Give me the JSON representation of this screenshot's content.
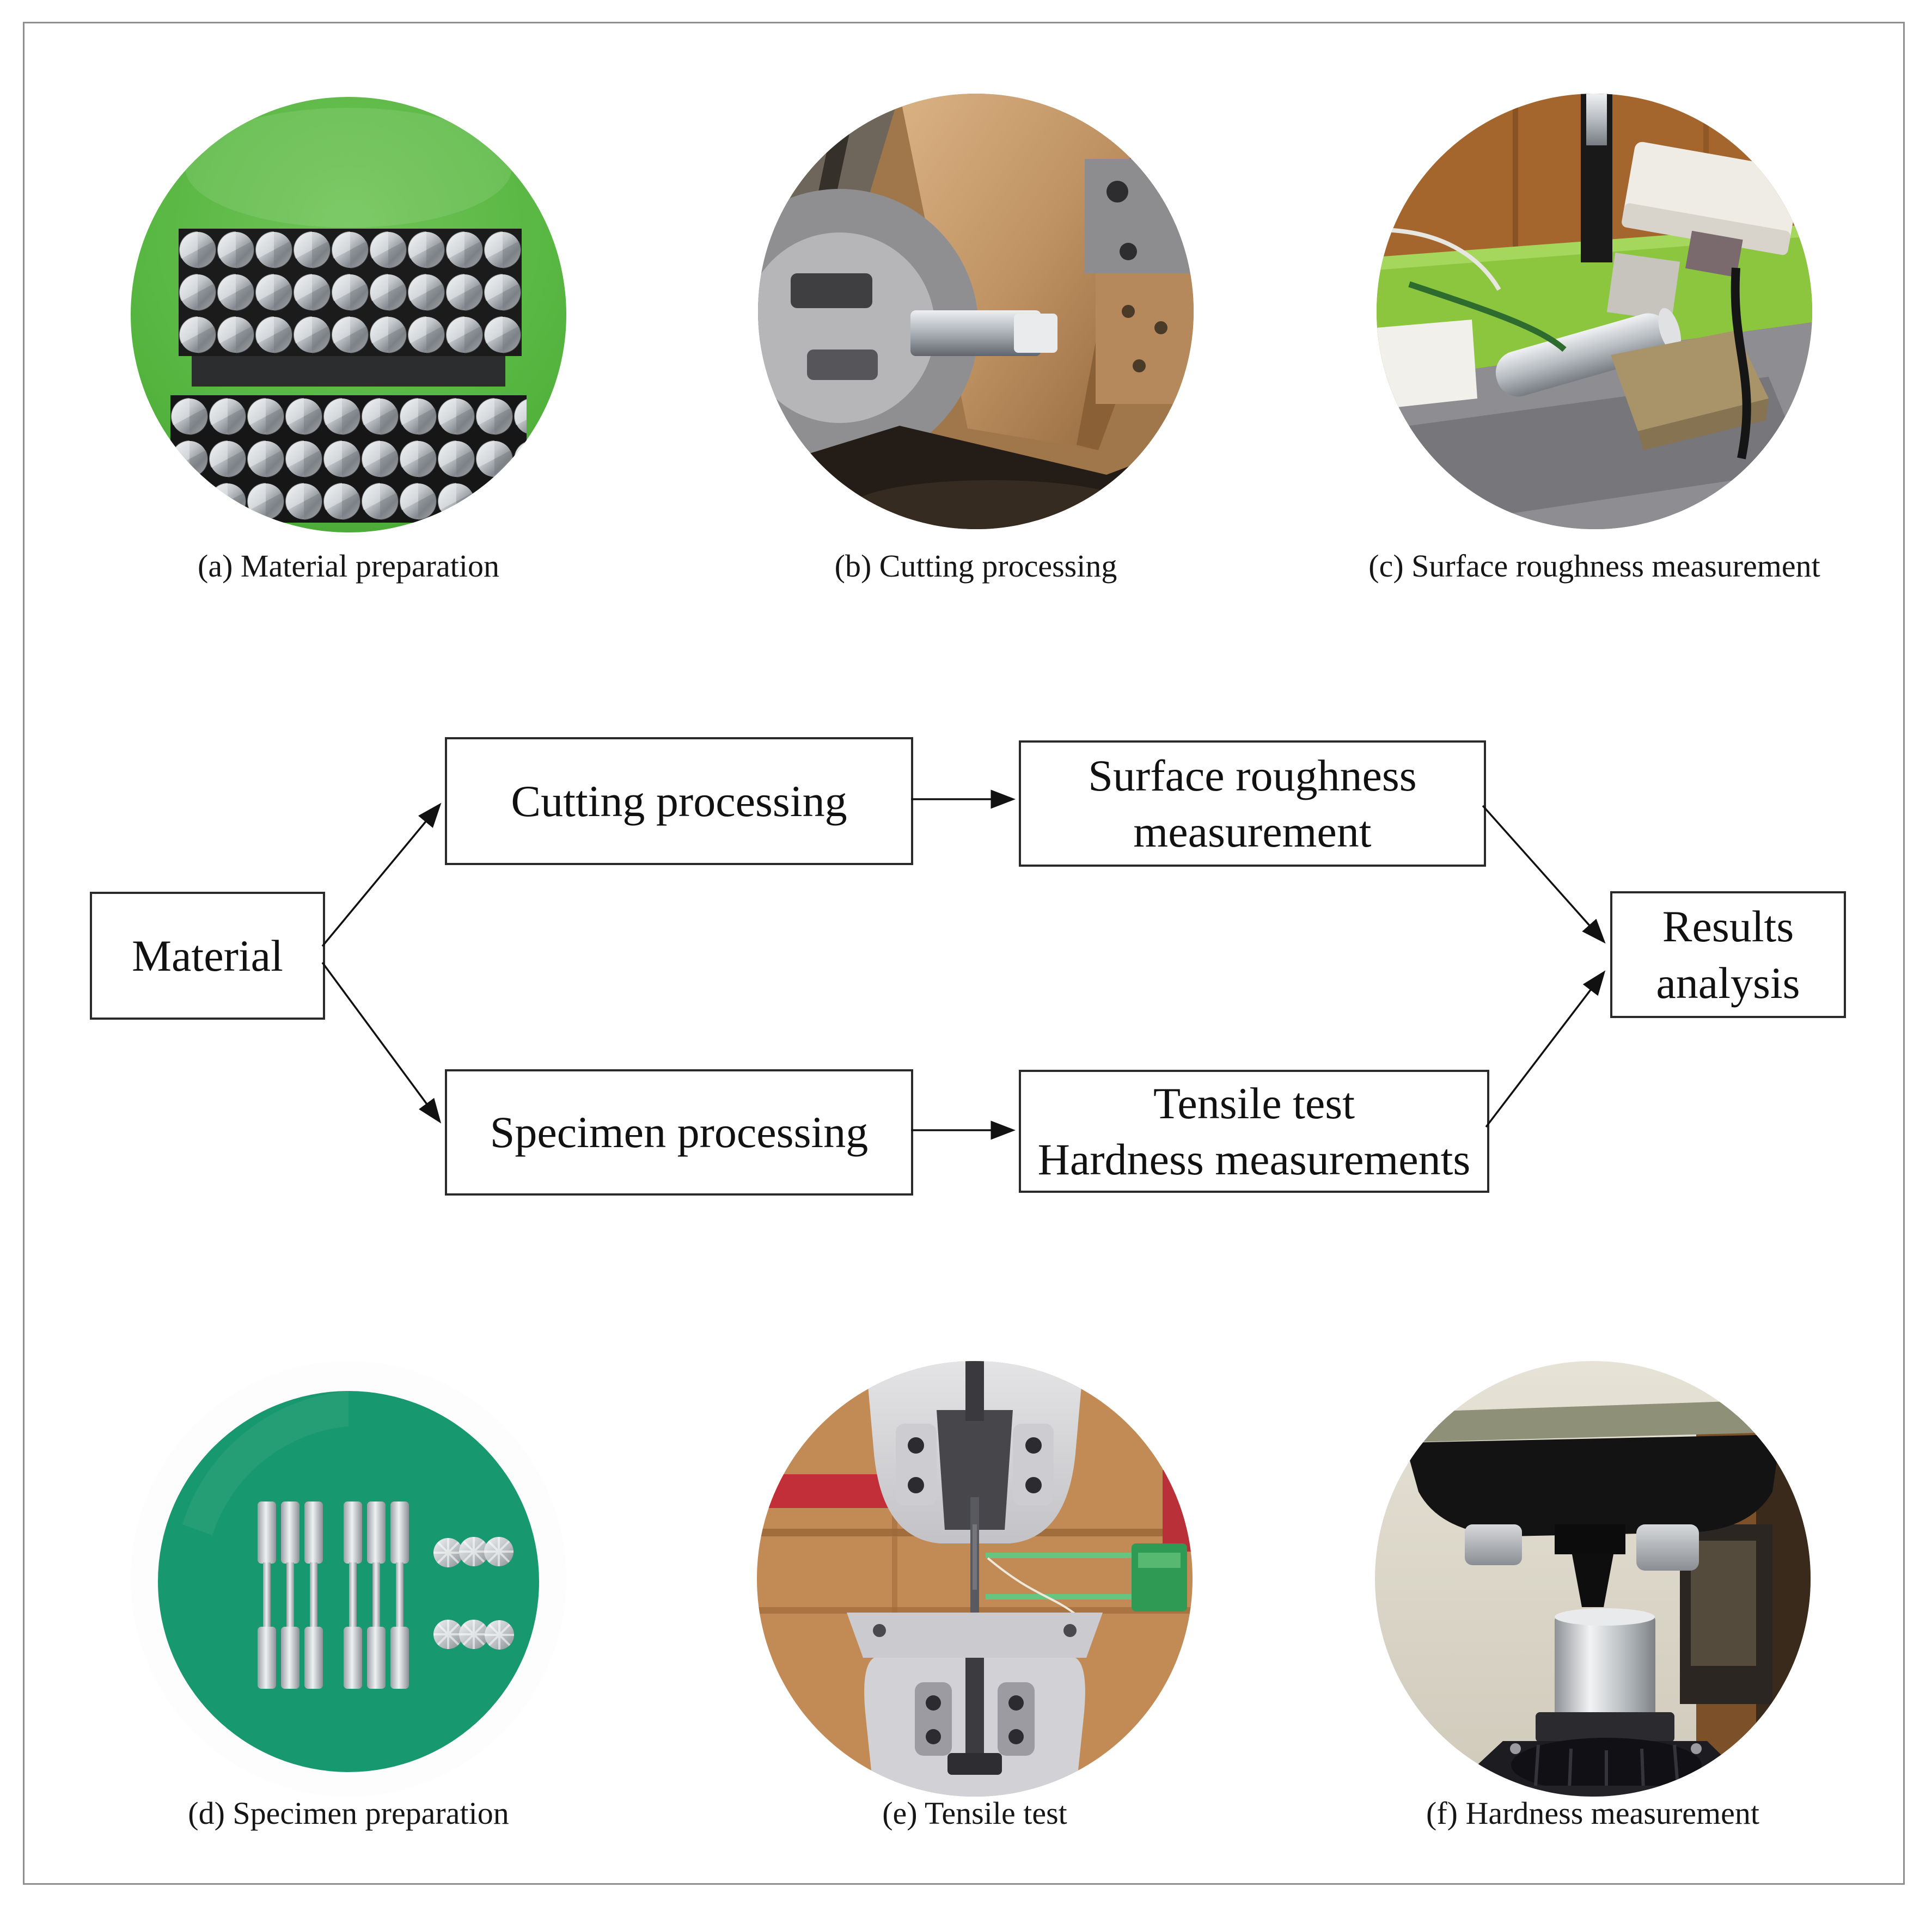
{
  "panels": {
    "a": {
      "caption": "(a) Material preparation"
    },
    "b": {
      "caption": "(b) Cutting processing"
    },
    "c": {
      "caption": "(c) Surface roughness measurement"
    },
    "d": {
      "caption": "(d) Specimen preparation"
    },
    "e": {
      "caption": "(e) Tensile test"
    },
    "f": {
      "caption": "(f) Hardness measurement"
    }
  },
  "flowchart": {
    "nodes": {
      "material": {
        "lines": [
          "Material"
        ]
      },
      "cutting": {
        "lines": [
          "Cutting processing"
        ]
      },
      "surface": {
        "lines": [
          "Surface roughness",
          "measurement"
        ]
      },
      "specimen": {
        "lines": [
          "Specimen processing"
        ]
      },
      "tensile": {
        "lines": [
          "Tensile test",
          "Hardness measurements"
        ]
      },
      "results": {
        "lines": [
          "Results",
          "analysis"
        ]
      }
    },
    "edges": [
      {
        "from": "Material",
        "to": "Cutting processing"
      },
      {
        "from": "Material",
        "to": "Specimen processing"
      },
      {
        "from": "Cutting processing",
        "to": "Surface roughness measurement"
      },
      {
        "from": "Specimen processing",
        "to": "Tensile test Hardness measurements"
      },
      {
        "from": "Surface roughness measurement",
        "to": "Results analysis"
      },
      {
        "from": "Tensile test Hardness measurements",
        "to": "Results analysis"
      }
    ]
  },
  "colors": {
    "frame_border_grey": "#8f8f8f",
    "flow_box_border": "#2a2a2a",
    "arrow_black": "#111111",
    "photo_a_table_green": "#54b43e",
    "photo_b_bronze": "#bf9263",
    "photo_c_table_green": "#8cc63f",
    "photo_c_wood_brown": "#a4662d",
    "photo_d_table_teal": "#18986e",
    "photo_e_wood_brown": "#c28b55",
    "photo_e_accent_red": "#c22f38",
    "photo_e_extensometer_green": "#2f9a53",
    "photo_f_wall_beige": "#e6e2d6",
    "steel_grey": "#b7bcc1"
  }
}
